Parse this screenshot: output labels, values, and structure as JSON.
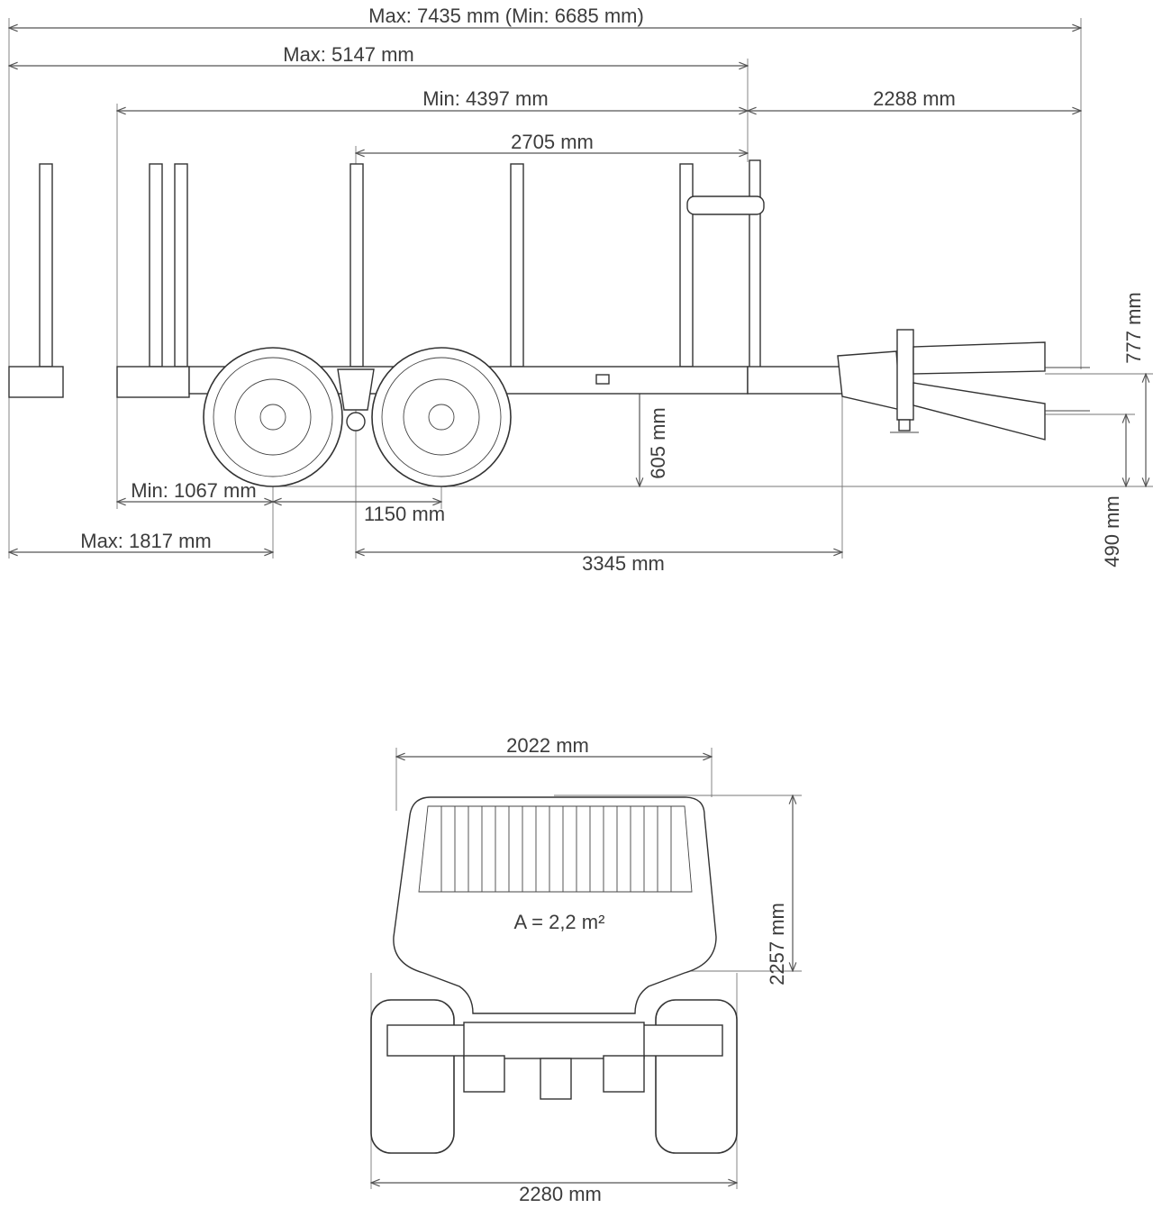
{
  "side_view": {
    "overall_length": "Max: 7435 mm (Min: 6685 mm)",
    "max_extension": "Max: 5147 mm",
    "min_extension": "Min: 4397 mm",
    "drawbar_length": "2288 mm",
    "stake_span": "2705 mm",
    "min_rear_overhang": "Min: 1067 mm",
    "axle_spacing": "1150 mm",
    "max_rear_overhang": "Max: 1817 mm",
    "wheelbase": "3345 mm",
    "frame_height": "605 mm",
    "hitch_height_upper": "777 mm",
    "hitch_height_lower": "490 mm"
  },
  "rear_view": {
    "bunk_width": "2022 mm",
    "total_height": "2257 mm",
    "total_width": "2280 mm",
    "load_area": "A = 2,2 m²"
  }
}
